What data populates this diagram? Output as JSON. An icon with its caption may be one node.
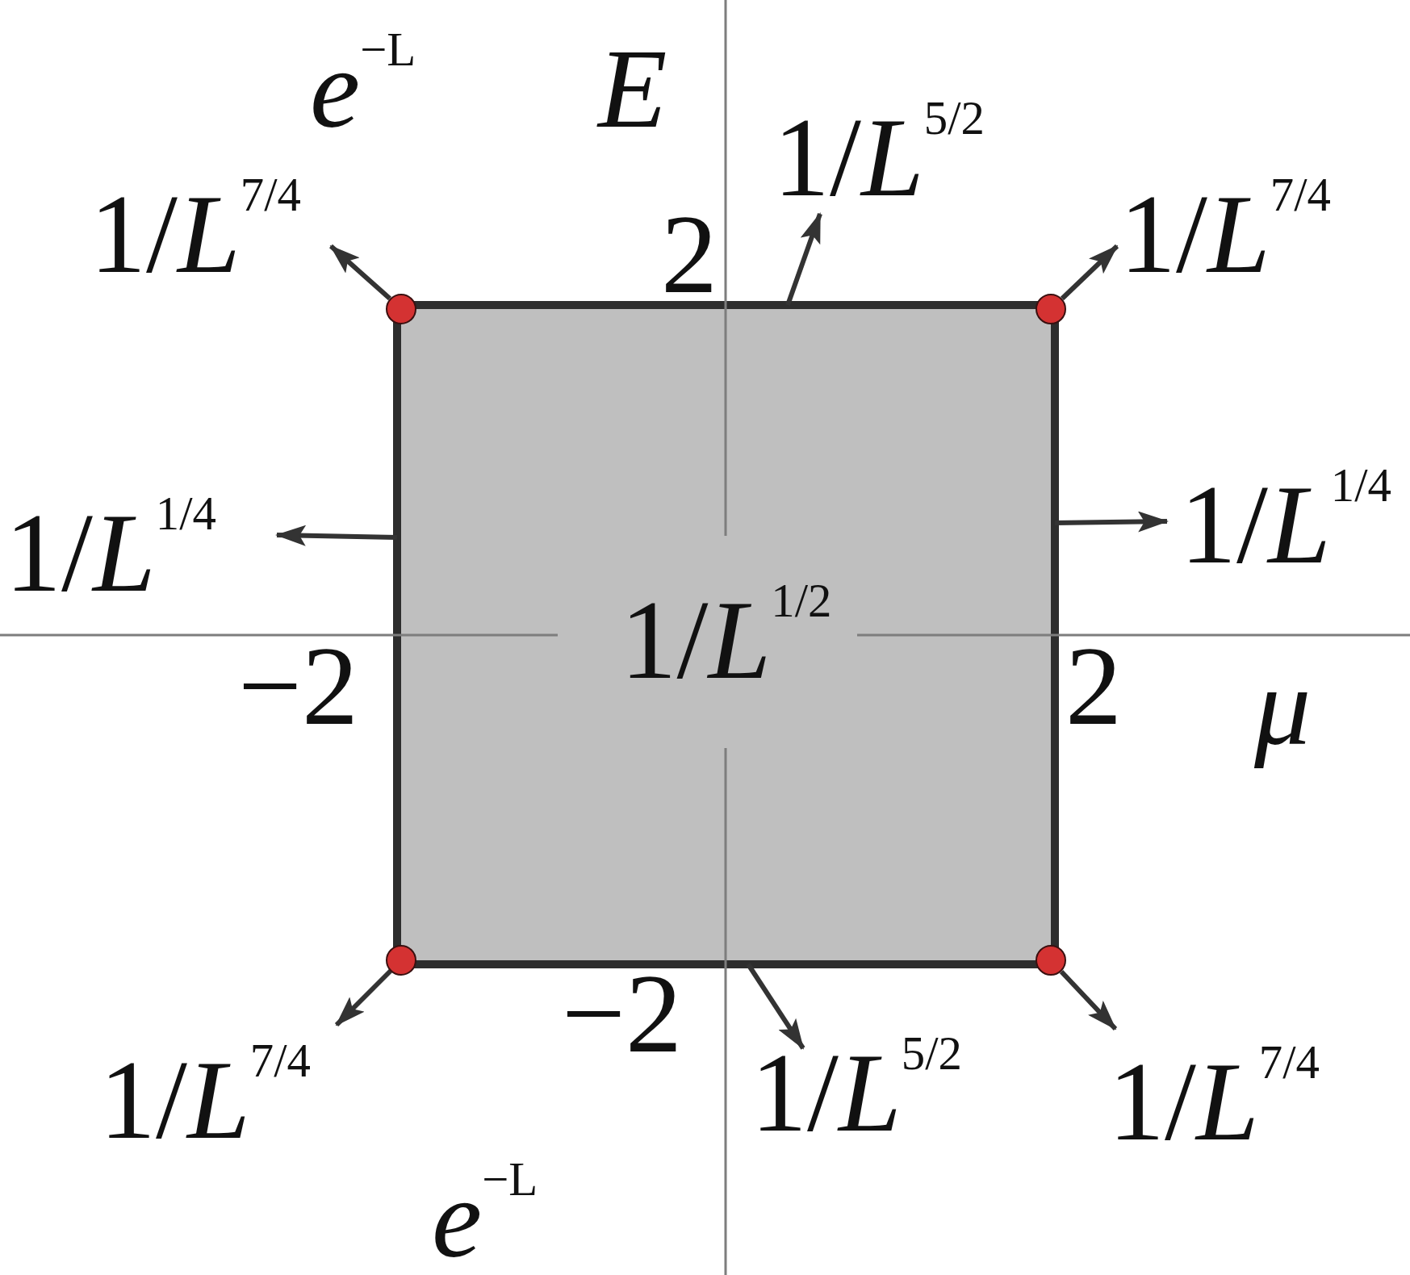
{
  "diagram": {
    "nodes": [
      {
        "text": [
          "1/*L*$^{1/2}$"
        ]
      },
      {
        "text": [],
        "shape": "circle"
      },
      {
        "text": [],
        "shape": "circle"
      },
      {
        "text": [],
        "shape": "circle"
      },
      {
        "text": [],
        "shape": "circle"
      },
      {
        "text": [
          "1/*L*$^{7/4}$"
        ]
      },
      {
        "text": [
          "1/*L*$^{5/2}$"
        ]
      },
      {
        "text": [
          "1/*L*$^{7/4}$"
        ]
      },
      {
        "text": [
          "1/*L*$^{1/4}$"
        ]
      },
      {
        "text": [
          "1/*L*$^{1/4}$"
        ]
      },
      {
        "text": [
          "1/*L*$^{7/4}$"
        ]
      },
      {
        "text": [
          "1/*L*$^{5/2}$"
        ]
      },
      {
        "text": [
          "1/*L*$^{7/4}$"
        ]
      }
    ],
    "edges": [
      {
        "from": 1,
        "to": 5,
        "arrow": "to"
      },
      {
        "from": 0,
        "to": 6,
        "arrow": "to"
      },
      {
        "from": 2,
        "to": 7,
        "arrow": "to"
      },
      {
        "from": 0,
        "to": 8,
        "arrow": "to"
      },
      {
        "from": 0,
        "to": 9,
        "arrow": "to"
      },
      {
        "from": 3,
        "to": 10,
        "arrow": "to"
      },
      {
        "from": 0,
        "to": 11,
        "arrow": "to"
      },
      {
        "from": 4,
        "to": 12,
        "arrow": "to"
      }
    ],
    "labels": [
      "*e*$^{−L}$",
      "E",
      "2",
      "−2",
      "2",
      "μ",
      "−2",
      "*e*$^{−L}$"
    ]
  }
}
